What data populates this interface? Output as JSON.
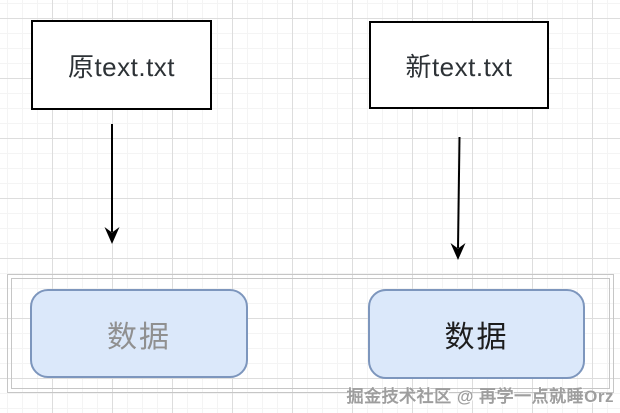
{
  "diagram": {
    "files": {
      "original": {
        "label": "原text.txt"
      },
      "new": {
        "label": "新text.txt"
      }
    },
    "data_nodes": {
      "old": {
        "label": "数据",
        "state": "faded"
      },
      "new": {
        "label": "数据",
        "state": "active"
      }
    },
    "watermark": {
      "text": "掘金技术社区 @ 再学一点就睡Orz"
    },
    "colors": {
      "node-fill": "#dbe8fa",
      "node-border": "#7d96bd",
      "box-border": "#000000",
      "box-text": "#2d3236",
      "old-data-text": "#909090",
      "new-data-text": "#1d1d1d",
      "arrow": "#000000",
      "container-border": "#c6c6c6",
      "watermark-color": "#9e9e9e",
      "grid-minor": "#f4f4f4",
      "grid-major": "#dddddd"
    }
  }
}
